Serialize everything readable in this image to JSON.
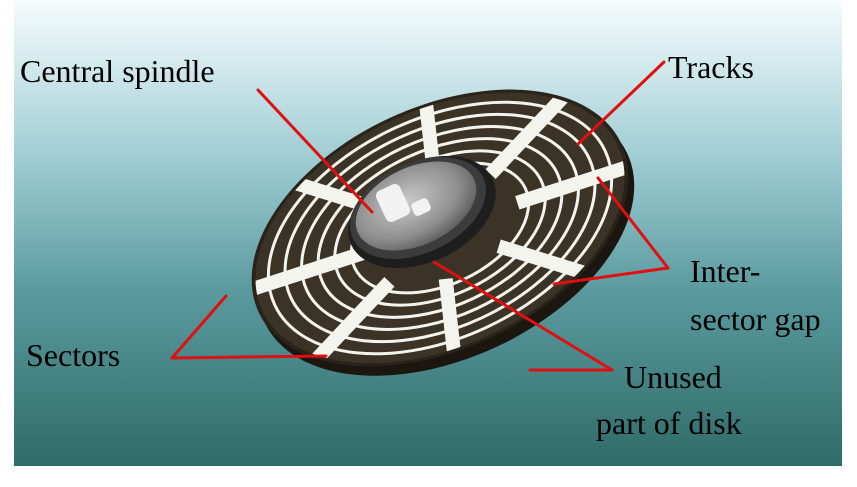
{
  "labels": {
    "central_spindle": "Central spindle",
    "tracks": "Tracks",
    "inter_sector_gap_line1": "Inter-",
    "inter_sector_gap_line2": "sector gap",
    "sectors": "Sectors",
    "unused_line1": "Unused",
    "unused_line2": "part of disk"
  },
  "colors": {
    "disk_surface": "#3b3326",
    "track_lines": "#f4f4ee",
    "leader_lines": "#e01010",
    "label_text": "#000000",
    "bg_top": "#f6fbfc",
    "bg_bottom": "#36726f"
  }
}
